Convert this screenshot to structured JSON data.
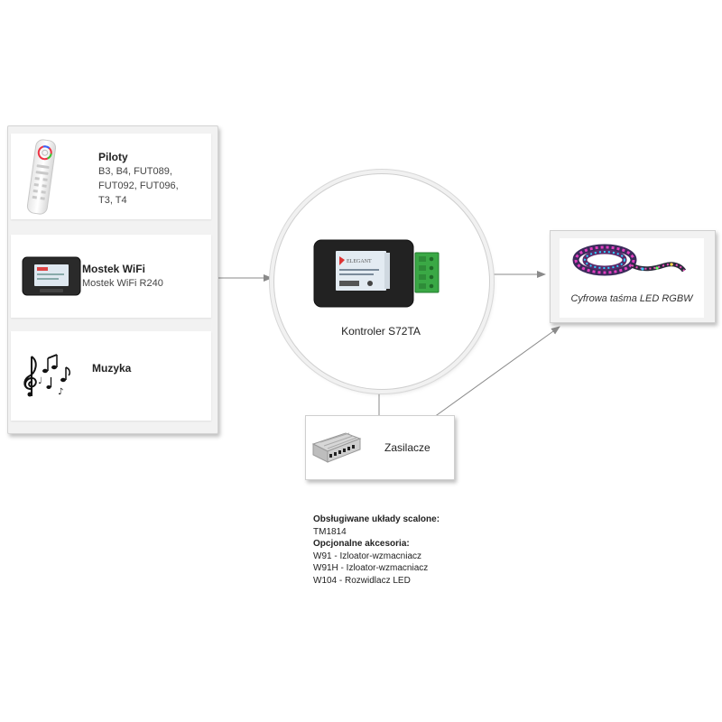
{
  "inputs": {
    "remotes": {
      "title": "Piloty",
      "lines": [
        "B3, B4, FUT089,",
        "FUT092, FUT096,",
        "T3, T4"
      ]
    },
    "wifi": {
      "title": "Mostek WiFi",
      "subtitle": "Mostek WiFi R240"
    },
    "music": {
      "title": "Muzyka"
    }
  },
  "controller": {
    "label": "Kontroler S72TA",
    "brand": "ELEGANT"
  },
  "output": {
    "label": "Cyfrowa taśma LED RGBW"
  },
  "power": {
    "label": "Zasilacze"
  },
  "info": {
    "chips_heading": "Obsługiwane układy scalone:",
    "chips": [
      "TM1814"
    ],
    "accessories_heading": "Opcjonalne akcesoria:",
    "accessories": [
      "W91 - Izloator-wzmacniacz",
      "W91H - Izloator-wzmacniacz",
      "W104 - Rozwidlacz LED"
    ]
  },
  "colors": {
    "connector": "#8a8a8a",
    "terminal_green": "#3aa845",
    "device_dark": "#222222"
  }
}
